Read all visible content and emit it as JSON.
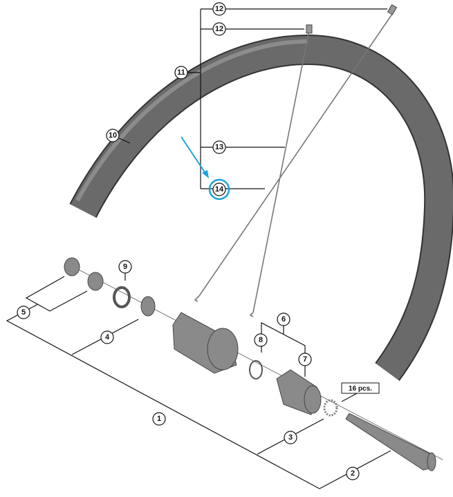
{
  "callouts": {
    "c1": "1",
    "c2": "2",
    "c3": "3",
    "c4": "4",
    "c5": "5",
    "c6": "6",
    "c7": "7",
    "c8": "8",
    "c9": "9",
    "c10": "10",
    "c11": "11",
    "c12a": "12",
    "c12b": "12",
    "c13": "13",
    "c14": "14"
  },
  "quantity_note": "16 pcs.",
  "colors": {
    "highlight": "#1aa3e0",
    "part": "#8a8a8a",
    "rim": "#555555"
  }
}
